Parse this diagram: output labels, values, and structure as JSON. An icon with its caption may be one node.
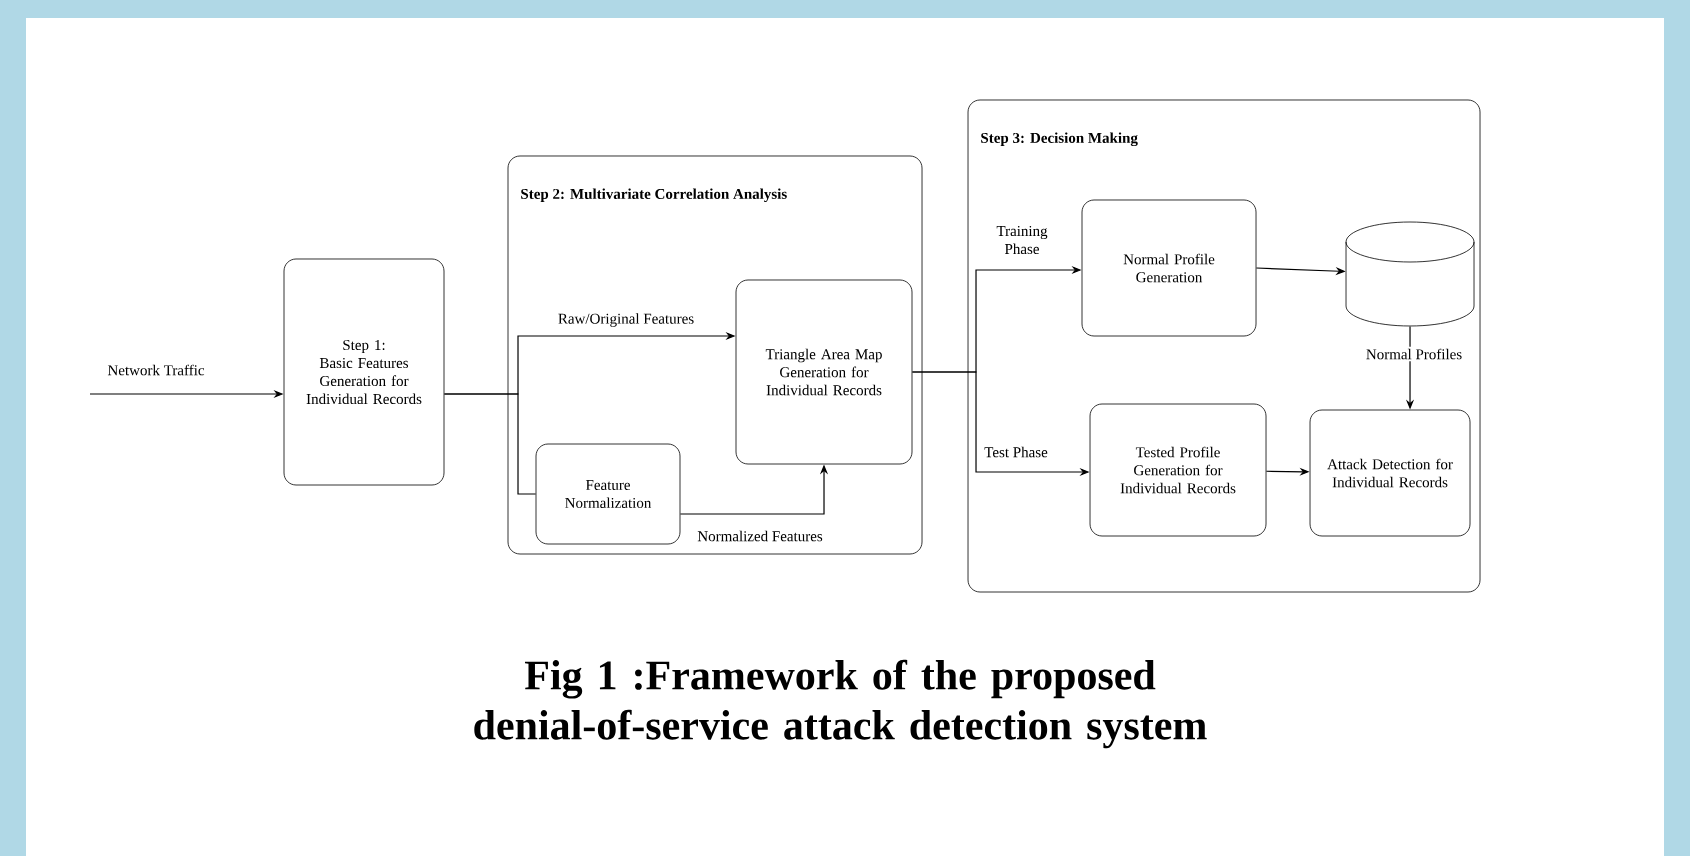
{
  "diagram": {
    "caption": "Fig 1 :Framework of the proposed denial-of-service attack detection system",
    "nodes": [
      {
        "text": [
          "Step 1:",
          "Basic Features Generation for Individual Records"
        ]
      },
      {
        "text": [
          "Step 2: Multivariate Correlation Analysis"
        ]
      },
      {
        "text": [
          "Feature Normalization"
        ],
        "in": 1
      },
      {
        "text": [
          "Triangle Area Map Generation for Individual Records"
        ],
        "in": 1
      },
      {
        "text": [
          "Step 3: Decision Making"
        ]
      },
      {
        "text": [
          "Normal Profile Generation"
        ],
        "in": 4
      },
      {
        "text": [],
        "shape": "cylinder",
        "in": 4
      },
      {
        "text": [
          "Tested Profile Generation for Individual Records"
        ],
        "in": 4
      },
      {
        "text": [
          "Attack Detection for Individual Records"
        ],
        "in": 4
      }
    ],
    "edges": [
      {
        "from": null,
        "to": 0,
        "arrow": "to",
        "label": "Network Traffic"
      },
      {
        "from": 0,
        "to": 3,
        "arrow": "to",
        "label": "Raw/Original Features"
      },
      {
        "from": 0,
        "to": 2,
        "arrow": "none"
      },
      {
        "from": 2,
        "to": 3,
        "arrow": "to",
        "label": "Normalized Features"
      },
      {
        "from": 3,
        "to": 5,
        "arrow": "to",
        "label": "Training Phase"
      },
      {
        "from": 3,
        "to": 7,
        "arrow": "to",
        "label": "Test Phase"
      },
      {
        "from": 5,
        "to": 6,
        "arrow": "to"
      },
      {
        "from": 6,
        "to": 8,
        "arrow": "to",
        "label": "Normal Profiles"
      },
      {
        "from": 7,
        "to": 8,
        "arrow": "to"
      }
    ]
  }
}
